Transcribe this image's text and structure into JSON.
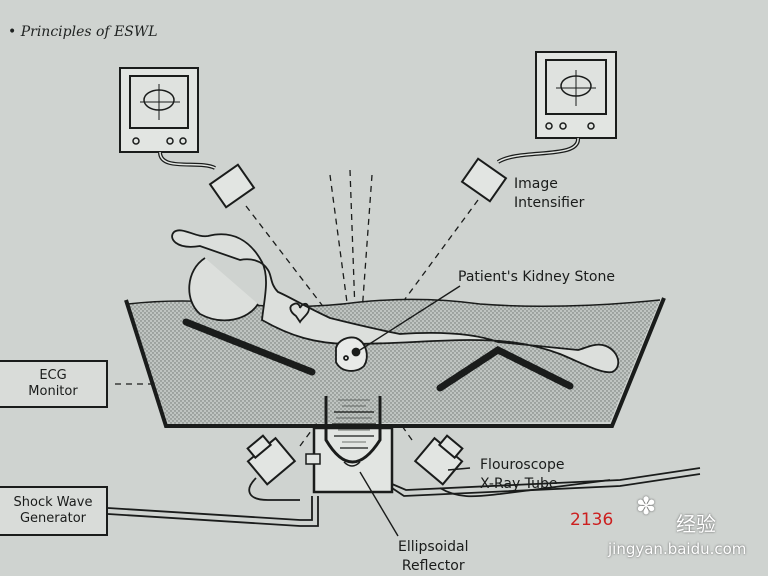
{
  "header": {
    "title": "Principles of ESWL"
  },
  "labels": {
    "image_intensifier_line1": "Image",
    "image_intensifier_line2": "Intensifier",
    "kidney_stone": "Patient's Kidney Stone",
    "ecg_line1": "ECG",
    "ecg_line2": "Monitor",
    "shock_line1": "Shock Wave",
    "shock_line2": "Generator",
    "xray_line1": "Flouroscope",
    "xray_line2": "X-Ray Tube",
    "reflector_line1": "Ellipsoidal",
    "reflector_line2": "Reflector"
  },
  "watermark": {
    "number": "2136",
    "brand_cn": "经验",
    "url": "jingyan.baidu.com"
  },
  "colors": {
    "page": "#cfd3d0",
    "ink": "#1a1c1b",
    "water": "#b6bbb8",
    "watermark_red": "#cc1f1f"
  }
}
